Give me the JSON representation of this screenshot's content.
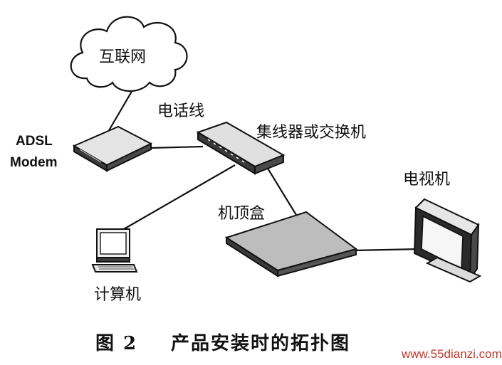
{
  "labels": {
    "internet": "互联网",
    "phone_line": "电话线",
    "modem_line1": "ADSL",
    "modem_line2": "Modem",
    "hub_switch": "集线器或交换机",
    "tv": "电视机",
    "set_top_box": "机顶盒",
    "computer": "计算机"
  },
  "caption": {
    "figure_number": "图 2",
    "title": "产品安装时的拓扑图"
  },
  "watermark": "www.55dianzi.com",
  "colors": {
    "ink": "#111111",
    "device_fill": "#e6e6e6",
    "device_dark": "#3a3a3a",
    "watermark": "#c0392b"
  }
}
